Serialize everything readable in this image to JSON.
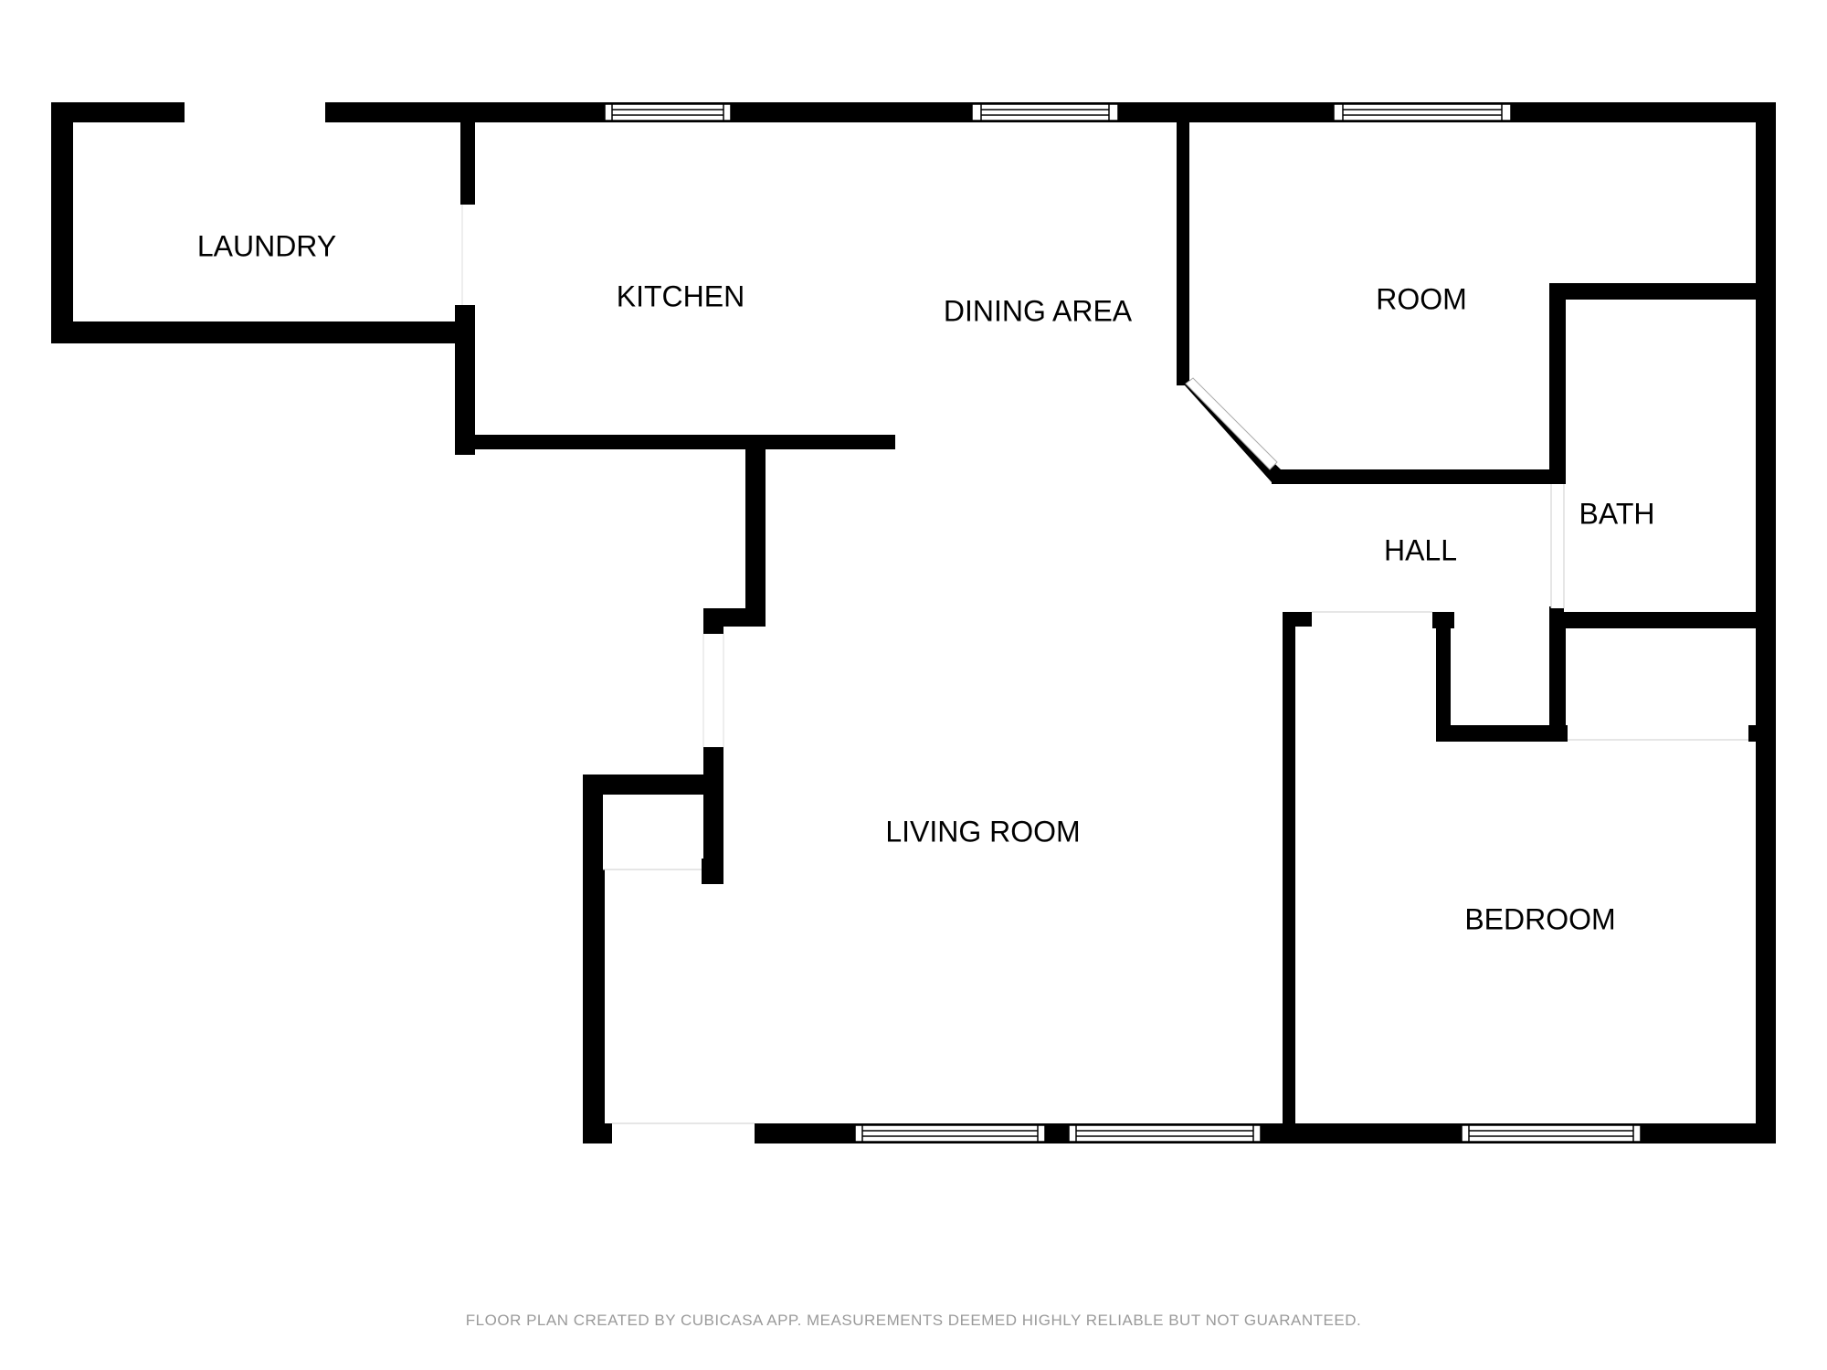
{
  "rooms": {
    "laundry": "LAUNDRY",
    "kitchen": "KITCHEN",
    "dining_area": "DINING AREA",
    "room": "ROOM",
    "bath": "BATH",
    "hall": "HALL",
    "living_room": "LIVING ROOM",
    "bedroom": "BEDROOM"
  },
  "footer": "FLOOR PLAN CREATED BY CUBICASA APP. MEASUREMENTS DEEMED HIGHLY RELIABLE BUT NOT GUARANTEED.",
  "colors": {
    "wall": "#000000",
    "background": "#ffffff",
    "footer_text": "#9a9a9a"
  }
}
